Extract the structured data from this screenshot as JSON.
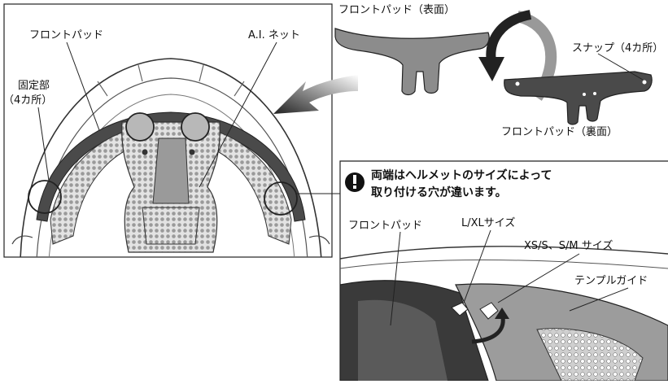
{
  "labels": {
    "front_pad_main": "フロントパッド",
    "ai_net": "A.I. ネット",
    "fixing_part_line1": "固定部",
    "fixing_part_line2": "（4カ所）",
    "front_pad_surface": "フロントパッド（表面）",
    "snap": "スナップ（4カ所）",
    "front_pad_back": "フロントパッド（裏面）",
    "front_pad_detail": "フロントパッド",
    "size_lxl": "L/XLサイズ",
    "size_xs_sm": "XS/S、S/M サイズ",
    "temple_guide": "テンプルガイド"
  },
  "note": {
    "icon": "exclamation-circle-icon",
    "line1": "両端はヘルメットのサイズによって",
    "line2": "取り付ける穴が違います。"
  },
  "colors": {
    "line": "#222222",
    "pad_dark": "#4a4a4a",
    "pad_mid": "#8c8c8c",
    "pad_light": "#bdbdbd",
    "mesh": "#d9d9d9",
    "background": "#ffffff"
  }
}
